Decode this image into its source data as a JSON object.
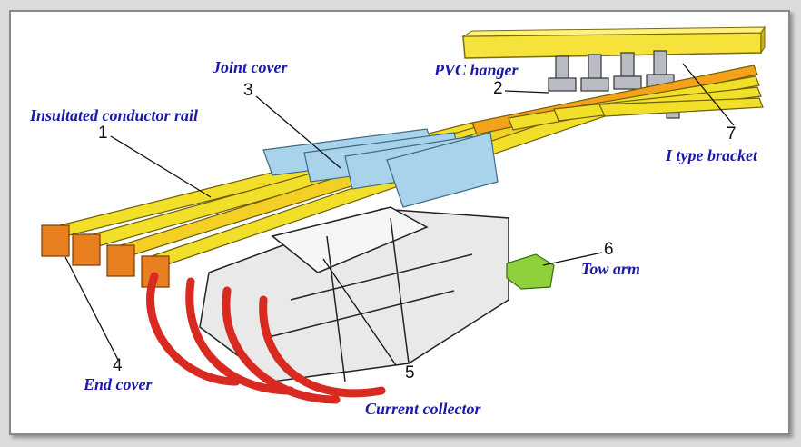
{
  "colors": {
    "rail": "#f2df2a",
    "rail_dark": "#c9b318",
    "rail_orange": "#f4a21a",
    "joint_cover": "#a9d3ea",
    "end_cover": "#e8801f",
    "bracket": "#f5e23a",
    "hanger": "#b9bcc2",
    "tow_arm": "#8fd13a",
    "cable": "#d92a22",
    "collector": "#e9e9e9",
    "label": "#1a1aa8"
  },
  "components": [
    {
      "number": "1",
      "label": "Insultated conductor rail",
      "icon": "conductor-rail"
    },
    {
      "number": "2",
      "label": "PVC hanger",
      "icon": "hanger"
    },
    {
      "number": "3",
      "label": "Joint cover",
      "icon": "joint-cover"
    },
    {
      "number": "4",
      "label": "End cover",
      "icon": "end-cover"
    },
    {
      "number": "5",
      "label": "Current collector",
      "icon": "current-collector"
    },
    {
      "number": "6",
      "label": "Tow arm",
      "icon": "tow-arm"
    },
    {
      "number": "7",
      "label": "I type bracket",
      "icon": "i-type-bracket"
    }
  ]
}
